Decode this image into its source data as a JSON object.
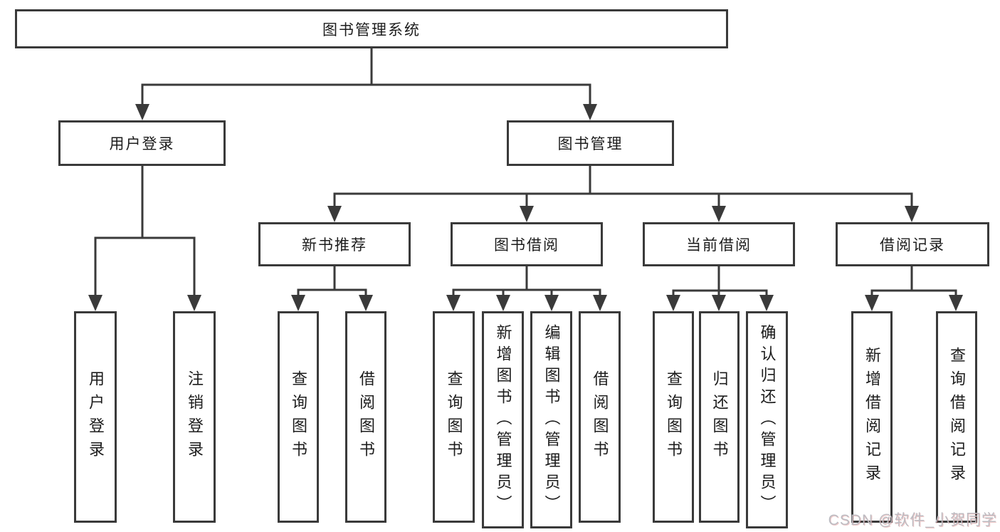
{
  "tree": {
    "label": "图书管理系统",
    "children": [
      {
        "label": "用户登录",
        "children": [
          {
            "label": "用户登录"
          },
          {
            "label": "注销登录"
          }
        ]
      },
      {
        "label": "图书管理",
        "children": [
          {
            "label": "新书推荐",
            "children": [
              {
                "label": "查询图书"
              },
              {
                "label": "借阅图书"
              }
            ]
          },
          {
            "label": "图书借阅",
            "children": [
              {
                "label": "查询图书"
              },
              {
                "label": "新增图书（管理员）"
              },
              {
                "label": "编辑图书（管理员）"
              },
              {
                "label": "借阅图书"
              }
            ]
          },
          {
            "label": "当前借阅",
            "children": [
              {
                "label": "查询图书"
              },
              {
                "label": "归还图书"
              },
              {
                "label": "确认归还（管理员）"
              }
            ]
          },
          {
            "label": "借阅记录",
            "children": [
              {
                "label": "新增借阅记录"
              },
              {
                "label": "查询借阅记录"
              }
            ]
          }
        ]
      }
    ]
  },
  "watermark": "CSDN @软件_小贺同学",
  "colors": {
    "line": "#3a3a3a",
    "text": "#1c1c1c",
    "background": "#ffffff",
    "watermark": "#bdbcc2"
  }
}
